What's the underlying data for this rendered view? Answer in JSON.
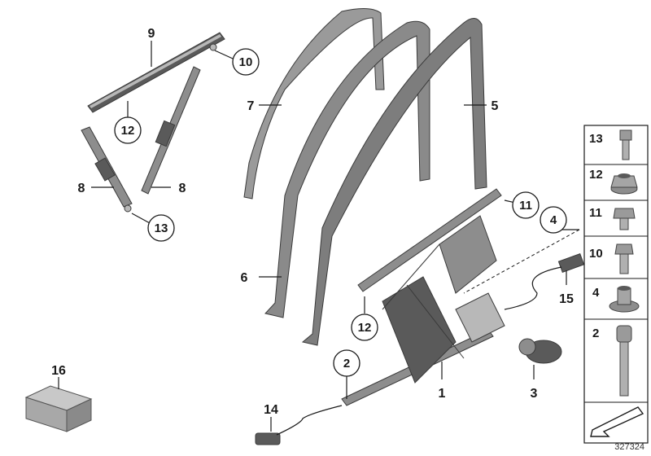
{
  "callouts": {
    "c1": "1",
    "c2": "2",
    "c3": "3",
    "c4": "4",
    "c5": "5",
    "c6": "6",
    "c7": "7",
    "c8a": "8",
    "c8b": "8",
    "c9": "9",
    "c10": "10",
    "c11": "11",
    "c12a": "12",
    "c12b": "12",
    "c13": "13",
    "c14": "14",
    "c15": "15",
    "c16": "16"
  },
  "legend": {
    "items": [
      "13",
      "12",
      "11",
      "10",
      "4",
      "2"
    ]
  },
  "doc_number": "327324",
  "colors": {
    "part": "#8d8d8d",
    "part_dark": "#5a5a5a",
    "line": "#1a1a1a"
  }
}
